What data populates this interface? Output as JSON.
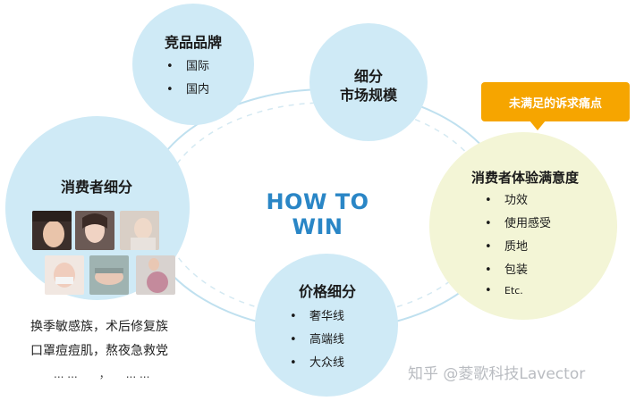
{
  "center_title": "HOW TO WIN",
  "nodes": {
    "competitor": {
      "title": "竞品品牌",
      "bullets": [
        "国际",
        "国内"
      ]
    },
    "market": {
      "title_line1": "细分",
      "title_line2": "市场规模"
    },
    "consumer": {
      "title": "消费者细分",
      "caption_line1": "换季敏感族，术后修复族",
      "caption_line2": "口罩痘痘肌，熬夜急救党",
      "caption_line3": "... ...　　，　　... ..."
    },
    "experience": {
      "title": "消费者体验满意度",
      "bullets": [
        "功效",
        "使用感受",
        "质地",
        "包装",
        "Etc."
      ]
    },
    "price": {
      "title": "价格细分",
      "bullets": [
        "奢华线",
        "高端线",
        "大众线"
      ]
    }
  },
  "callout": "未满足的诉求痛点",
  "bullet_glyph": "•",
  "watermark": {
    "text": "知乎 @菱歌科技Lavector"
  },
  "colors": {
    "circle_blue": "#cfeaf6",
    "circle_cream": "#f3f5d6",
    "callout": "#f6a500",
    "title_blue": "#2a86c6",
    "ring": "#bfe0ef"
  },
  "icons": [
    "photo-woman-1",
    "photo-woman-2",
    "photo-woman-3",
    "photo-woman-4",
    "photo-woman-5",
    "photo-woman-pregnant"
  ]
}
